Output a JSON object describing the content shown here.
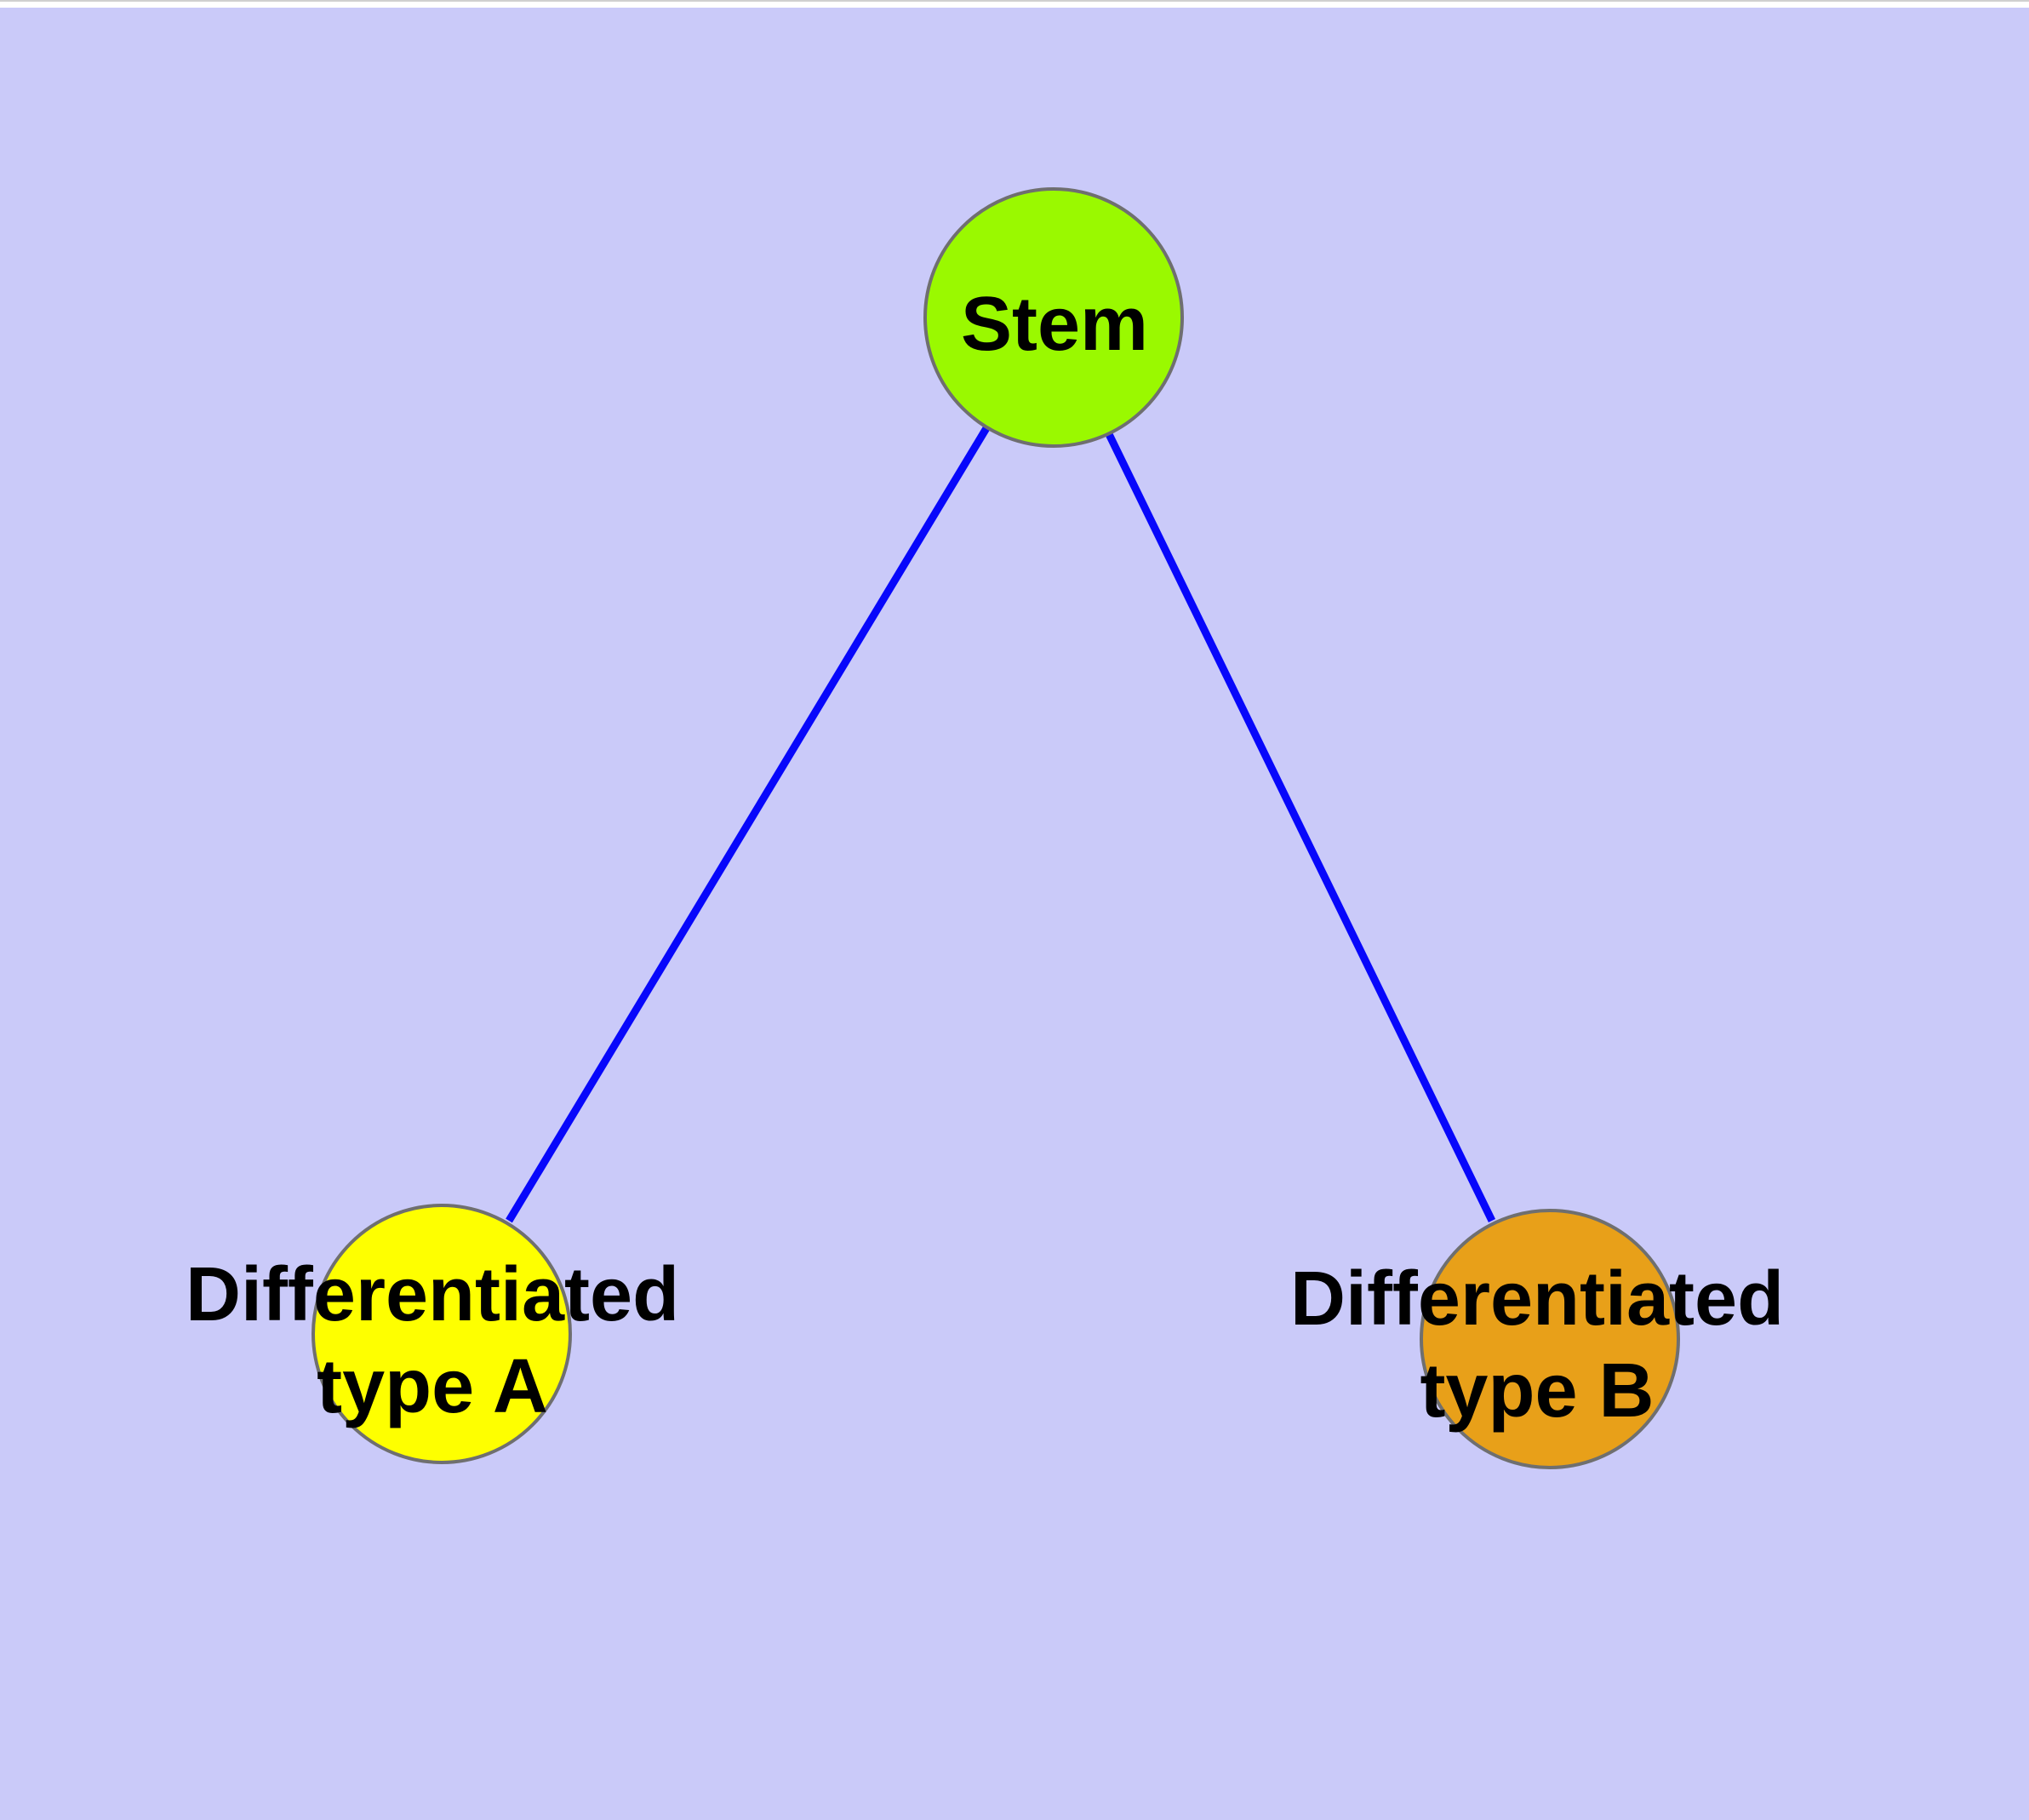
{
  "window": {
    "top_strip_color": "#ffffff",
    "top_edge_line_color": "#d0d0d0"
  },
  "diagram": {
    "type": "graph",
    "background_color": "#cacaf9",
    "edge_color": "#0707fb",
    "node_border_color": "#6f6f6f",
    "label_color": "#000000",
    "nodes": [
      {
        "id": "stem",
        "label": "Stem",
        "line1": "Stem",
        "line2": "",
        "fill": "#9af900",
        "shape": "circle"
      },
      {
        "id": "type-a",
        "label": "Differentiated type A",
        "line1": "Differentiated",
        "line2": "type A",
        "fill": "#feff00",
        "shape": "circle"
      },
      {
        "id": "type-b",
        "label": "Differentiated type B",
        "line1": "Differentiated",
        "line2": "type B",
        "fill": "#e8a019",
        "shape": "circle"
      }
    ],
    "edges": [
      {
        "from": "stem",
        "to": "type-a"
      },
      {
        "from": "stem",
        "to": "type-b"
      }
    ]
  }
}
